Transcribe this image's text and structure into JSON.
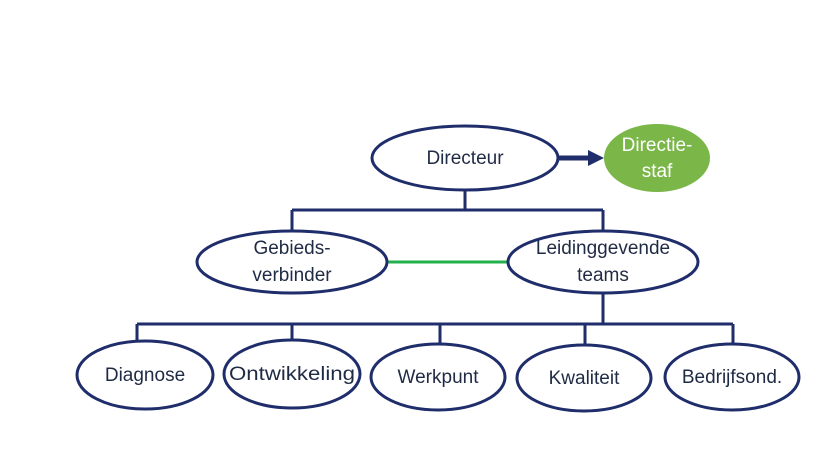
{
  "diagram": {
    "nodes": {
      "directeur": {
        "lines": [
          "Directeur"
        ]
      },
      "directiestaf": {
        "lines": [
          "Directie-",
          "staf"
        ]
      },
      "gebiedsverbinder": {
        "lines": [
          "Gebieds-",
          "verbinder"
        ]
      },
      "leidinggevende_teams": {
        "lines": [
          "Leidinggevende",
          "teams"
        ]
      },
      "diagnose": {
        "lines": [
          "Diagnose"
        ]
      },
      "ontwikkeling": {
        "lines": [
          "Ontwikkeling"
        ]
      },
      "werkpunt": {
        "lines": [
          "Werkpunt"
        ]
      },
      "kwaliteit": {
        "lines": [
          "Kwaliteit"
        ]
      },
      "bedrijfsond": {
        "lines": [
          "Bedrijfsond."
        ]
      }
    },
    "colors": {
      "outline": "#1f2d6b",
      "staff_fill": "#7ab648",
      "peer_link": "#22b04a",
      "text": "#1f2a44"
    }
  }
}
